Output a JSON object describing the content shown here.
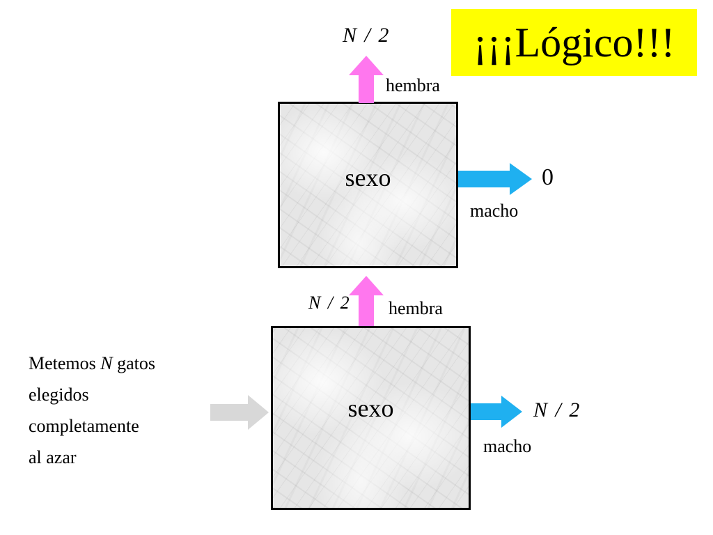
{
  "banner": {
    "text": "¡¡¡Lógico!!!"
  },
  "intro": {
    "line1_prefix": "Metemos ",
    "line1_var": "N",
    "line1_suffix": " gatos",
    "line2": "elegidos",
    "line3": "completamente",
    "line4": "al azar"
  },
  "top_box": {
    "label": "sexo",
    "out_up_value": "N / 2",
    "out_up_label": "hembra",
    "out_right_value": "0",
    "out_right_label": "macho"
  },
  "bottom_box": {
    "label": "sexo",
    "out_up_value": "N / 2",
    "out_up_label": "hembra",
    "out_right_value": "N / 2",
    "out_right_label": "macho"
  },
  "colors": {
    "hembra_arrow": "#ff77ee",
    "macho_arrow": "#1fb0f0",
    "input_arrow": "#d8d8d8",
    "banner_bg": "#ffff00"
  }
}
